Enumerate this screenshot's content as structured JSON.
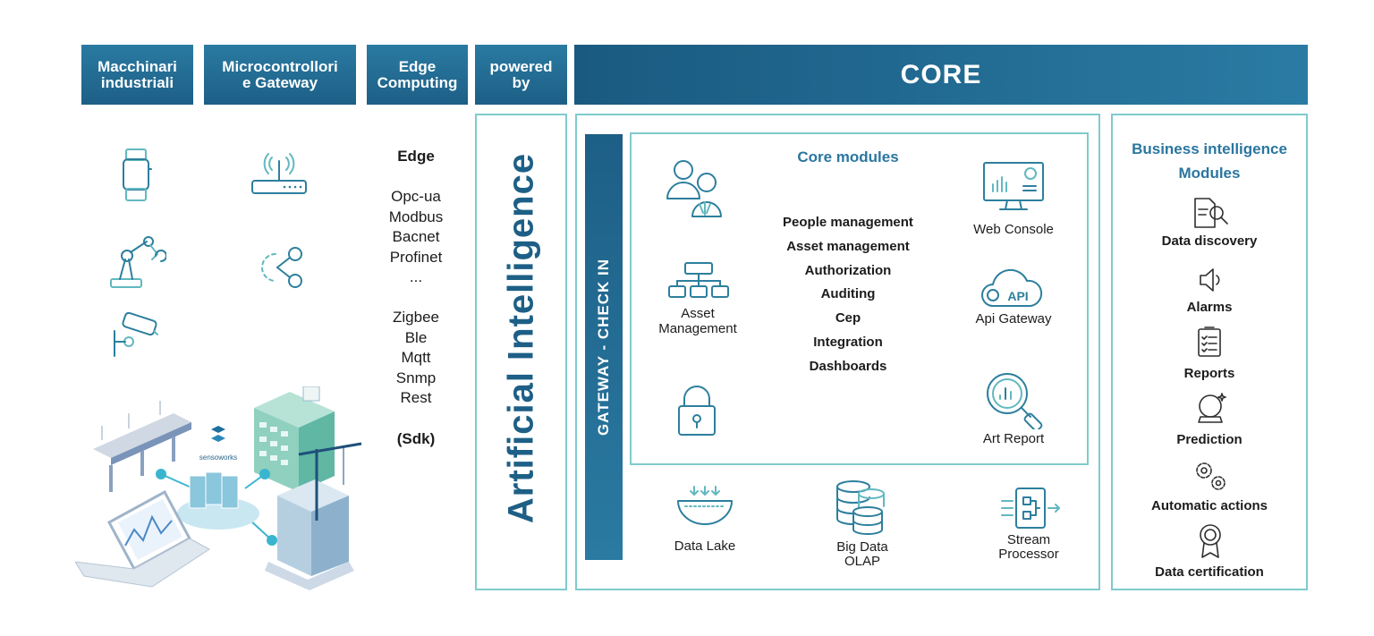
{
  "headers": {
    "machines": "Macchinari\nindustriali",
    "microcontrollers": "Microcontrollori\ne Gateway",
    "edge": "Edge\nComputing",
    "powered": "powered\nby",
    "core": "CORE"
  },
  "edge": {
    "title": "Edge",
    "protocols_a": [
      "Opc-ua",
      "Modbus",
      "Bacnet",
      "Profinet",
      "..."
    ],
    "protocols_b": [
      "Zigbee",
      "Ble",
      "Mqtt",
      "Snmp",
      "Rest"
    ],
    "sdk": "(Sdk)"
  },
  "brand": {
    "logo_text": "sensoworks"
  },
  "ai": {
    "label": "Artificial Intelligence"
  },
  "gateway": {
    "label": "GATEWAY - CHECK IN"
  },
  "core_modules": {
    "title": "Core modules",
    "items": [
      "People management",
      "Asset management",
      "Authorization",
      "Auditing",
      "Cep",
      "Integration",
      "Dashboards"
    ],
    "asset_management": "Asset\nManagement",
    "web_console": "Web Console",
    "api_gateway": "Api Gateway",
    "api_badge": "API",
    "art_report": "Art Report"
  },
  "storage": {
    "data_lake": "Data Lake",
    "big_data": "Big Data\nOLAP",
    "stream": "Stream\nProcessor"
  },
  "bi": {
    "title": "Business intelligence\nModules",
    "items": [
      "Data discovery",
      "Alarms",
      "Reports",
      "Prediction",
      "Automatic actions",
      "Data certification"
    ]
  },
  "colors": {
    "dark_blue": "#1d5f86",
    "mid_blue": "#2a76a0",
    "teal": "#7fcbcb"
  }
}
